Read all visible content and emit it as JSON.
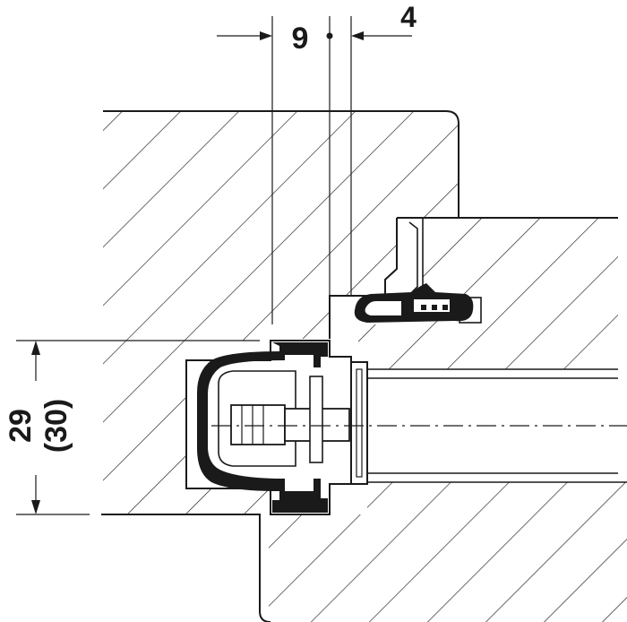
{
  "dimensions": {
    "top_left_label": "9",
    "top_right_label": "4",
    "vertical_label": "29",
    "vertical_alt_label": "(30)"
  },
  "colors": {
    "ink": "#1a1a1a",
    "background": "#ffffff"
  }
}
